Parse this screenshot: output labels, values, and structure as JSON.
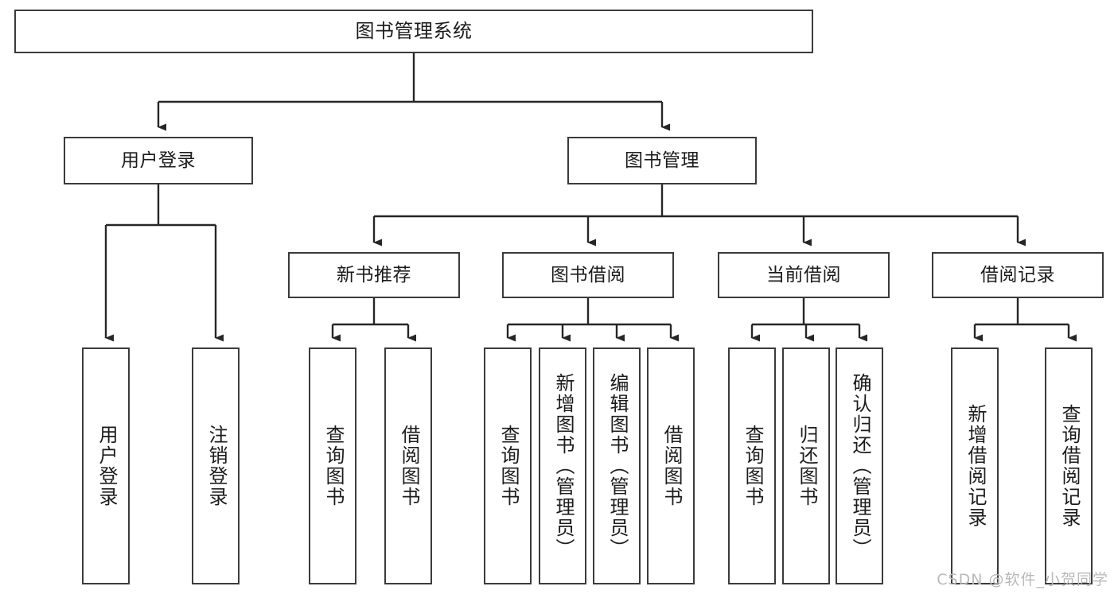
{
  "diagram": {
    "type": "tree",
    "title": "图书管理系统",
    "orientation": "top-down",
    "colors": {
      "box_border": "#3b3b3b",
      "box_fill": "#ffffff",
      "connector": "#262626",
      "text": "#1c1c1c",
      "watermark": "#b9b9b9"
    },
    "root": {
      "label": "图书管理系统"
    },
    "level2": [
      {
        "label": "用户登录"
      },
      {
        "label": "图书管理"
      }
    ],
    "level3": [
      {
        "label": "新书推荐"
      },
      {
        "label": "图书借阅"
      },
      {
        "label": "当前借阅"
      },
      {
        "label": "借阅记录"
      }
    ],
    "leaves": {
      "user_login": [
        {
          "label": "用户登录"
        },
        {
          "label": "注销登录"
        }
      ],
      "new_book_recommend": [
        {
          "label": "查询图书"
        },
        {
          "label": "借阅图书"
        }
      ],
      "book_borrow": [
        {
          "label": "查询图书"
        },
        {
          "label": "新增图书（管理员）"
        },
        {
          "label": "编辑图书（管理员）"
        },
        {
          "label": "借阅图书"
        }
      ],
      "current_borrow": [
        {
          "label": "查询图书"
        },
        {
          "label": "归还图书"
        },
        {
          "label": "确认归还（管理员）"
        }
      ],
      "borrow_record": [
        {
          "label": "新增借阅记录"
        },
        {
          "label": "查询借阅记录"
        }
      ]
    }
  },
  "watermark": {
    "text": "CSDN @软件_小贺同学"
  }
}
